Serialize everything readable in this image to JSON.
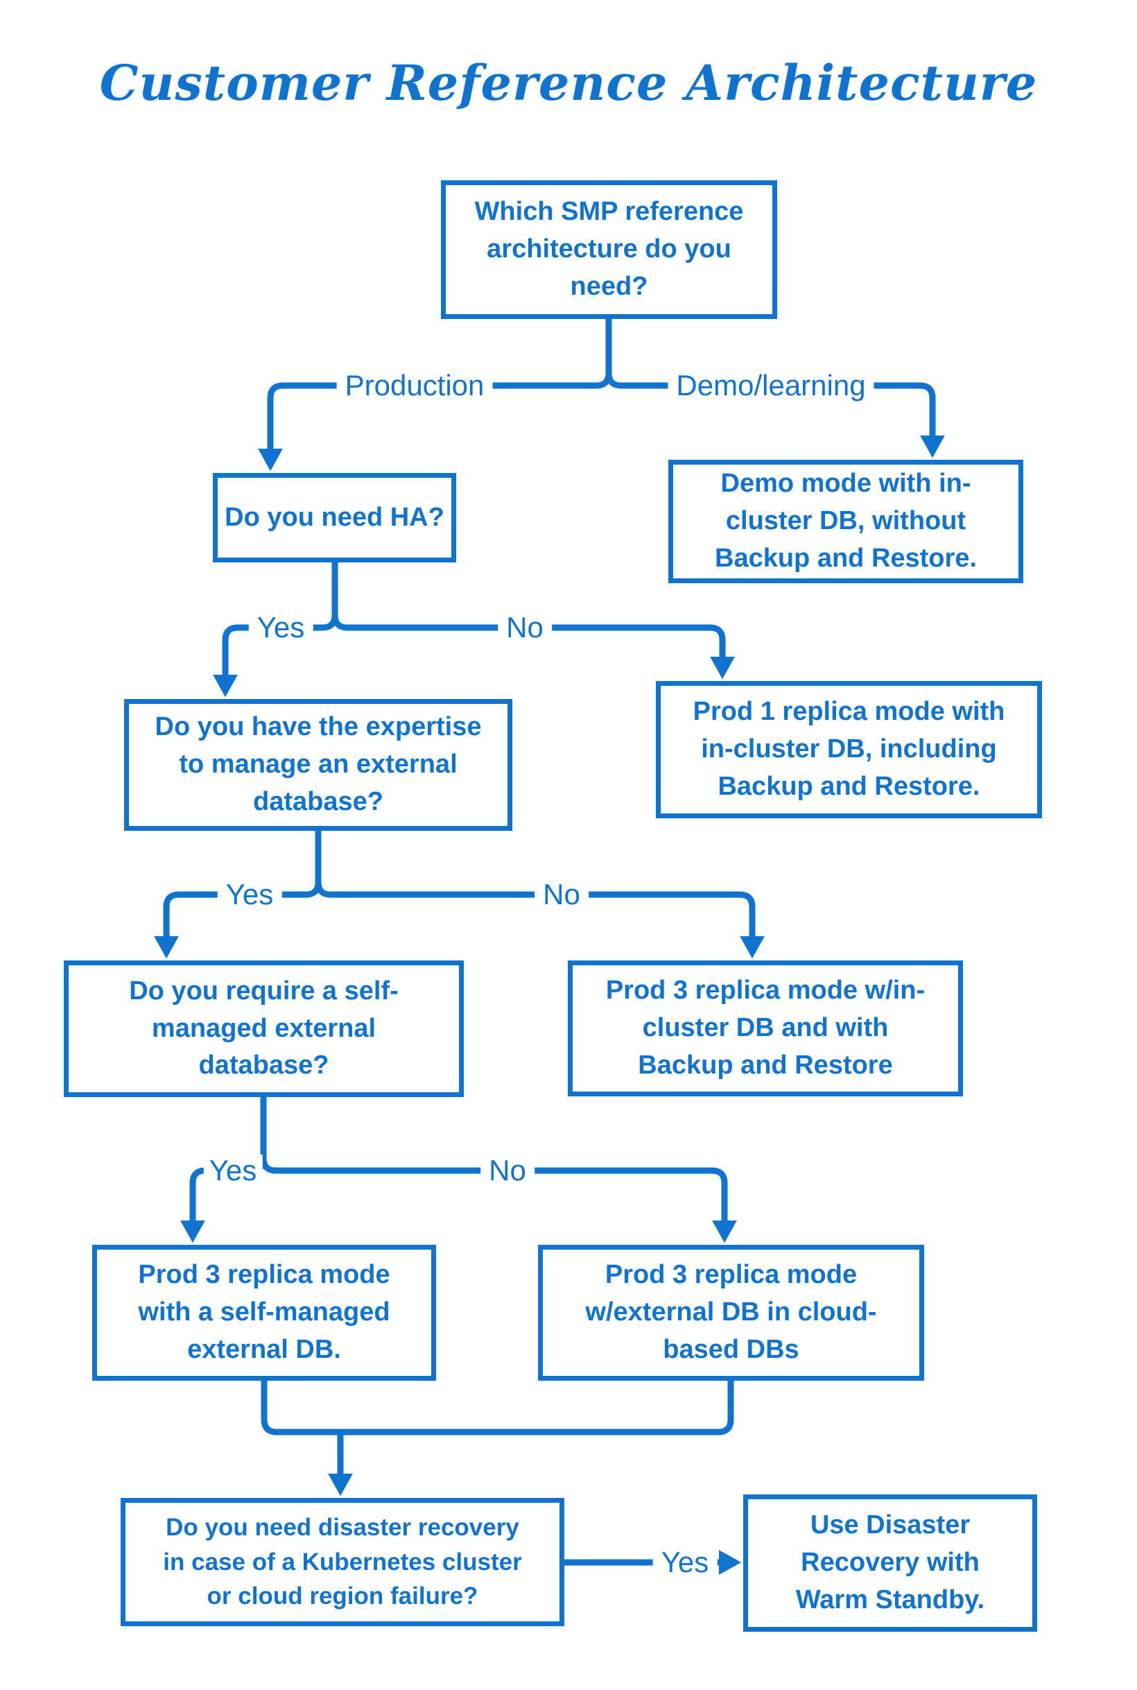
{
  "title": "Customer Reference Architecture",
  "colors": {
    "accent": "#1173d0",
    "background": "#ffffff"
  },
  "flowchart": {
    "nodes": [
      {
        "id": "q-architecture",
        "type": "question",
        "text": "Which SMP reference\narchitecture do you\nneed?"
      },
      {
        "id": "d-demo-mode",
        "type": "outcome",
        "text": "Demo mode with in-\ncluster DB, without\nBackup and Restore."
      },
      {
        "id": "q-ha",
        "type": "question",
        "text": "Do you need HA?"
      },
      {
        "id": "d-prod1-incluster",
        "type": "outcome",
        "text": "Prod 1 replica mode with\nin-cluster DB, including\nBackup and Restore."
      },
      {
        "id": "q-expertise",
        "type": "question",
        "text": "Do you have the expertise\nto manage an external\ndatabase?"
      },
      {
        "id": "d-prod3-incluster",
        "type": "outcome",
        "text": "Prod 3 replica mode w/in-\ncluster DB and with\nBackup and Restore"
      },
      {
        "id": "q-self-managed",
        "type": "question",
        "text": "Do you require a self-\nmanaged external\ndatabase?"
      },
      {
        "id": "d-prod3-self-managed",
        "type": "outcome",
        "text": "Prod 3 replica mode\nwith a self-managed\nexternal DB."
      },
      {
        "id": "d-prod3-cloud",
        "type": "outcome",
        "text": "Prod 3 replica mode\nw/external DB in cloud-\nbased DBs"
      },
      {
        "id": "q-disaster-recovery",
        "type": "question",
        "text": "Do you need disaster recovery\nin case of a Kubernetes cluster\nor cloud region failure?"
      },
      {
        "id": "d-warm-standby",
        "type": "outcome",
        "text": "Use Disaster\nRecovery with\nWarm Standby."
      }
    ],
    "edges": [
      {
        "label": "Production"
      },
      {
        "label": "Demo/learning"
      },
      {
        "label": "Yes"
      },
      {
        "label": "No"
      },
      {
        "label": "Yes"
      },
      {
        "label": "No"
      },
      {
        "label": "Yes"
      },
      {
        "label": "No"
      },
      {
        "label": "Yes"
      }
    ]
  }
}
